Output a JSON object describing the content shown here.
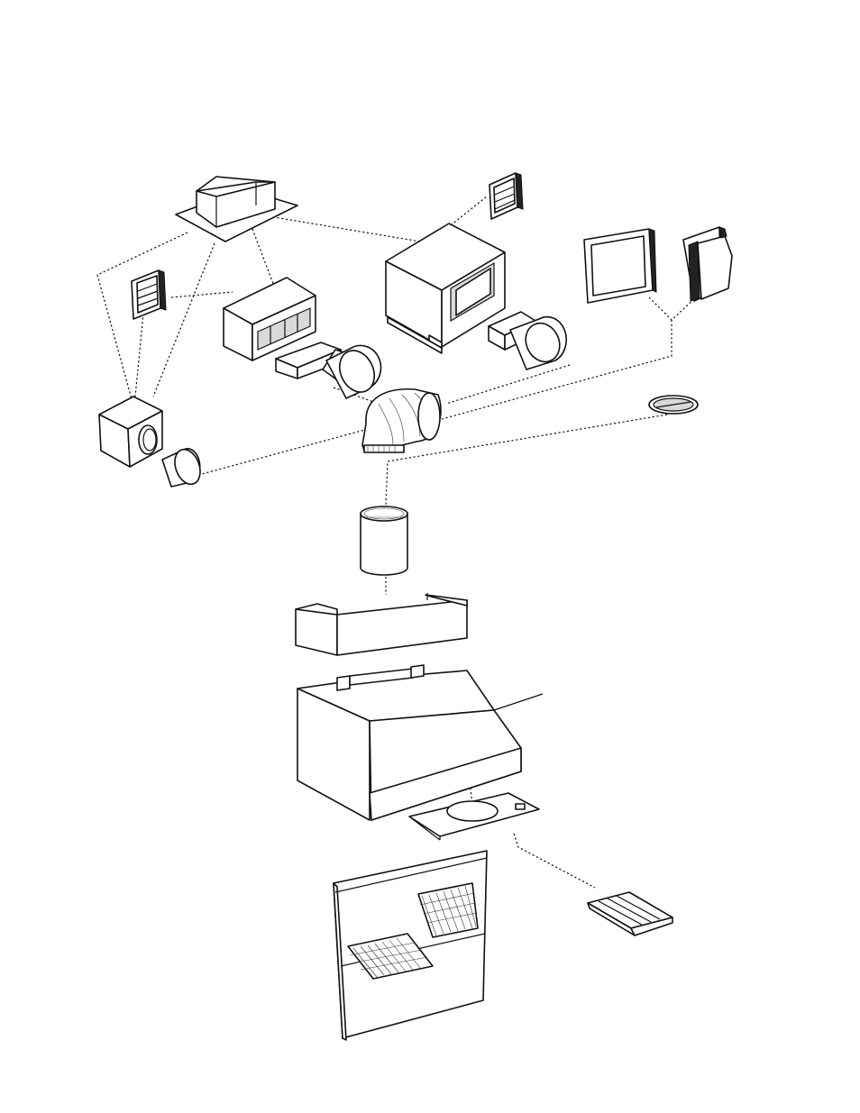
{
  "figure": {
    "kind": "exploded ventilation hood assembly",
    "parts": [
      {
        "id": "roof-cap",
        "icon": "roof-jack-icon"
      },
      {
        "id": "wall-louver-left",
        "icon": "louvered-cap-icon"
      },
      {
        "id": "wall-louver-right",
        "icon": "louvered-cap-icon"
      },
      {
        "id": "inline-blower",
        "icon": "blower-box-icon"
      },
      {
        "id": "rectangular-transition",
        "icon": "duct-transition-icon"
      },
      {
        "id": "remote-blower",
        "icon": "remote-blower-icon"
      },
      {
        "id": "remote-transition",
        "icon": "duct-transition-icon"
      },
      {
        "id": "wall-cap-flat",
        "icon": "wall-cap-icon"
      },
      {
        "id": "wall-cap-hooded",
        "icon": "wall-cap-hood-icon"
      },
      {
        "id": "small-blower",
        "icon": "blower-box-icon"
      },
      {
        "id": "round-adapter",
        "icon": "round-duct-icon"
      },
      {
        "id": "elbow",
        "icon": "duct-elbow-icon"
      },
      {
        "id": "damper-ring",
        "icon": "damper-icon"
      },
      {
        "id": "round-duct",
        "icon": "round-duct-icon"
      },
      {
        "id": "duct-cover",
        "icon": "duct-cover-icon"
      },
      {
        "id": "hood",
        "icon": "range-hood-icon"
      },
      {
        "id": "filter-plate",
        "icon": "filter-plate-icon"
      },
      {
        "id": "back-panel",
        "icon": "backsplash-icon"
      },
      {
        "id": "grease-filter",
        "icon": "grease-filter-icon"
      }
    ]
  }
}
